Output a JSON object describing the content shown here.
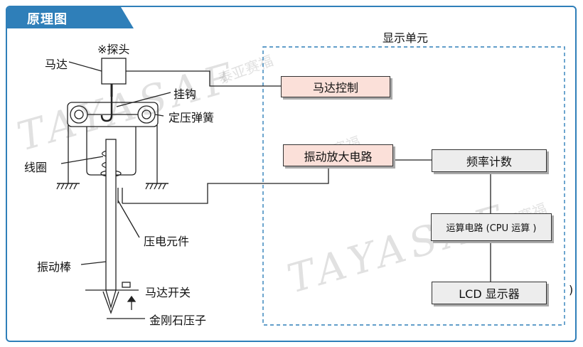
{
  "header": {
    "title": "原理图",
    "accent_color": "#2f7fb9"
  },
  "probe": {
    "probe_label": "※探头",
    "motor_label": "马达",
    "hook_label": "挂钩",
    "spring_label": "定压弹簧",
    "coil_label": "线圈",
    "piezo_label": "压电元件",
    "rod_label": "振动棒",
    "switch_label": "马达开关",
    "indenter_label": "金刚石压子"
  },
  "display_unit": {
    "title": "显示单元",
    "motor_control": "马达控制",
    "amplifier": "振动放大电路",
    "frequency_counter": "频率计数",
    "cpu": "运算电路 (CPU 运算 )",
    "lcd": "LCD 显示器"
  },
  "watermark": {
    "latin": "TAYASAF",
    "chinese": "泰亚赛福"
  },
  "edge_mark": ")",
  "colors": {
    "box_fill": "#fbe0d9",
    "gray_box_fill": "#ededed",
    "dashed_border": "#2f7fb9"
  }
}
